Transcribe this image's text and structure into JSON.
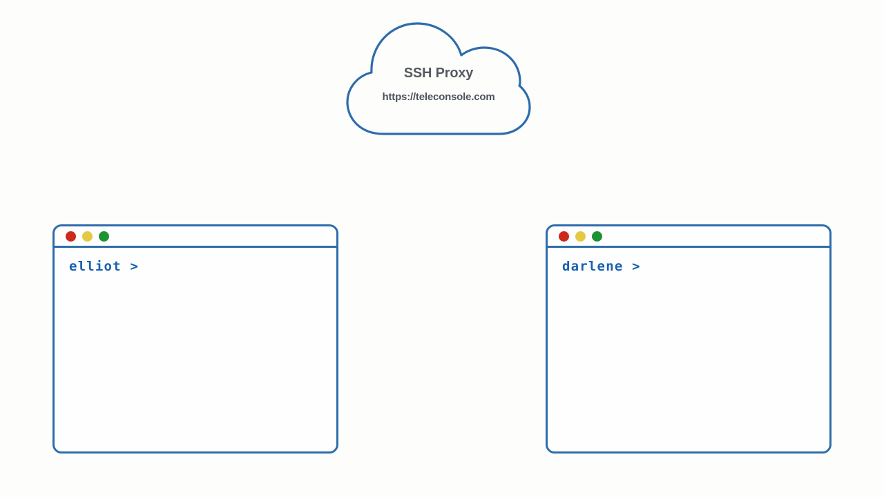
{
  "canvas": {
    "background_color": "#fdfdfc",
    "accent_blue": "#2d6cab",
    "prompt_blue": "#1a60ae"
  },
  "cloud": {
    "icon": "cloud-shape",
    "title": "SSH Proxy",
    "subtitle": "https://teleconsole.com",
    "outline_color": "#2d6cab",
    "title_color": "#565a5e",
    "subtitle_color": "#4d535c"
  },
  "terminals": [
    {
      "id": "elliot",
      "prompt": "elliot >",
      "window_controls": [
        {
          "name": "close-button",
          "color": "#cc2a1a"
        },
        {
          "name": "minimize-button",
          "color": "#e4c942"
        },
        {
          "name": "maximize-button",
          "color": "#1a9433"
        }
      ]
    },
    {
      "id": "darlene",
      "prompt": "darlene >",
      "window_controls": [
        {
          "name": "close-button",
          "color": "#cc2a1a"
        },
        {
          "name": "minimize-button",
          "color": "#e4c942"
        },
        {
          "name": "maximize-button",
          "color": "#1a9433"
        }
      ]
    }
  ]
}
